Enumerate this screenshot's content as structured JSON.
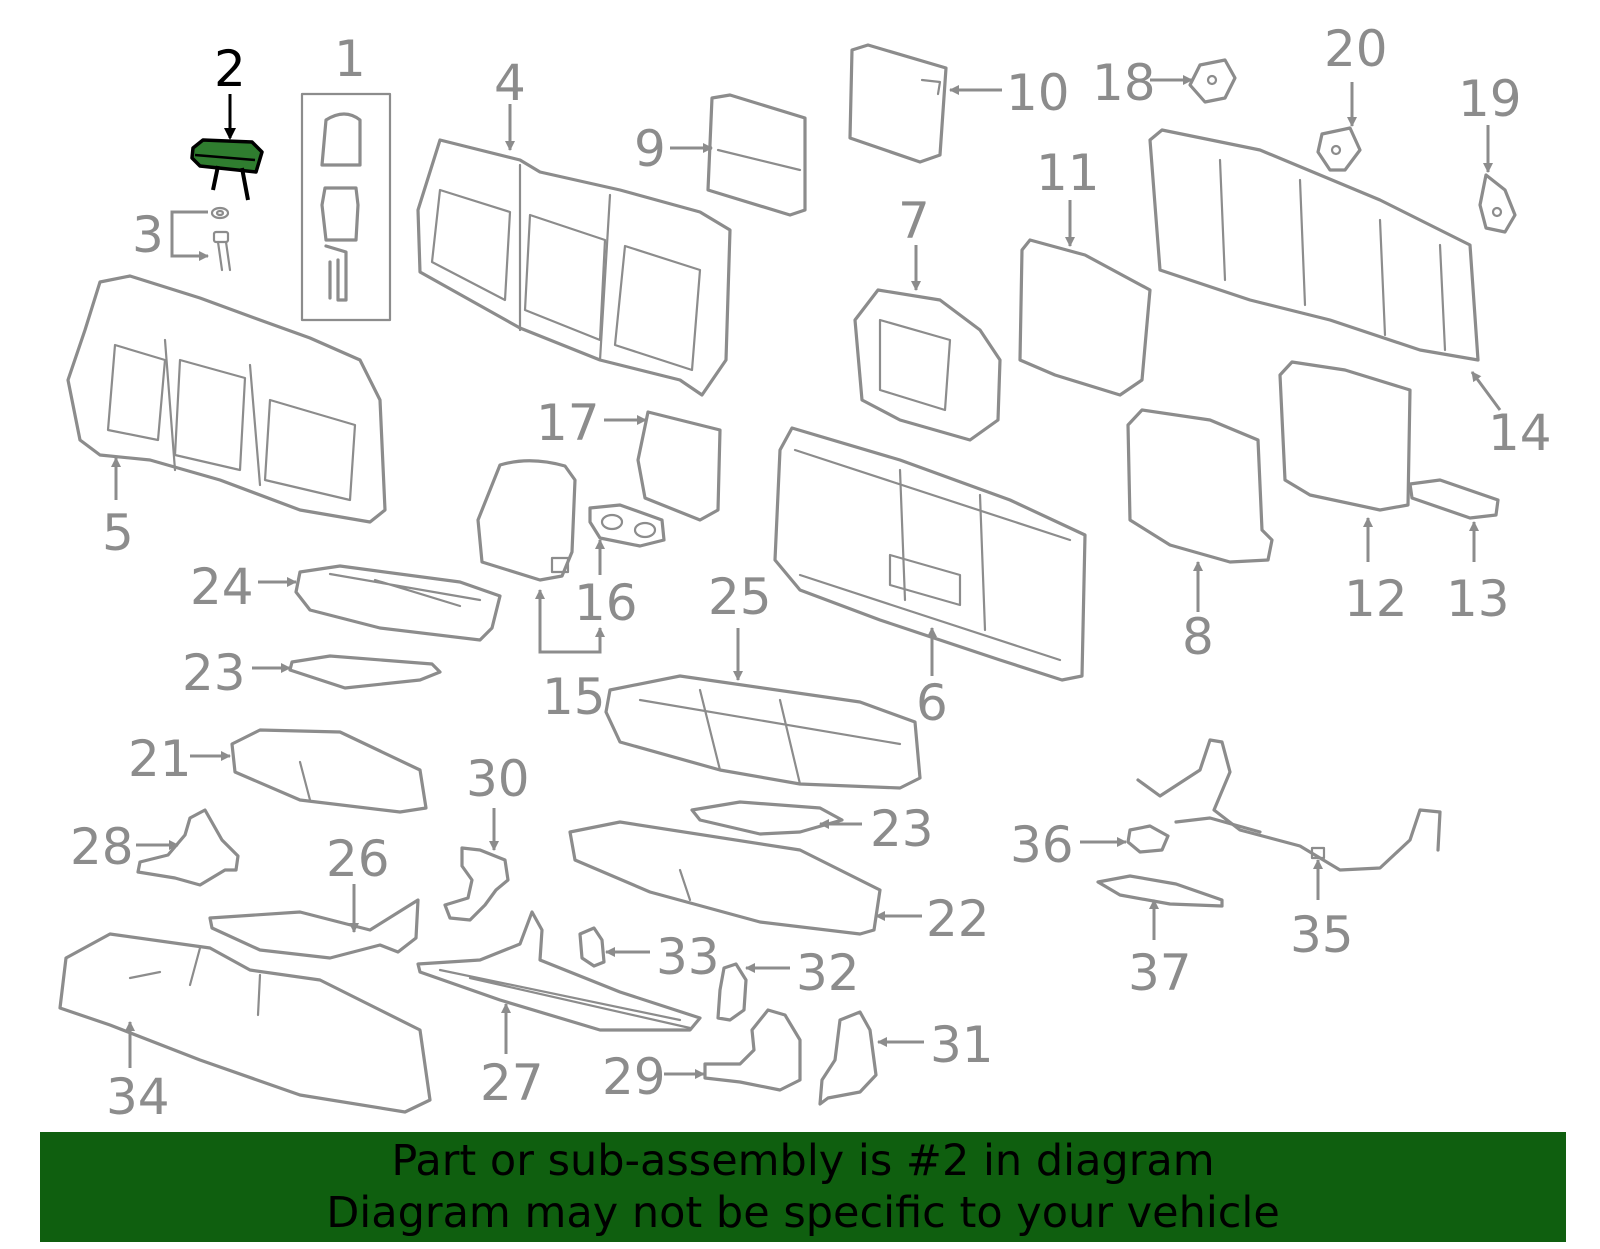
{
  "diagram": {
    "highlighted_part": "2",
    "highlight_color": "#2f7d2f",
    "line_color": "#8c8c8c",
    "callouts": [
      {
        "label": "1"
      },
      {
        "label": "2"
      },
      {
        "label": "3"
      },
      {
        "label": "4"
      },
      {
        "label": "5"
      },
      {
        "label": "6"
      },
      {
        "label": "7"
      },
      {
        "label": "8"
      },
      {
        "label": "9"
      },
      {
        "label": "10"
      },
      {
        "label": "11"
      },
      {
        "label": "12"
      },
      {
        "label": "13"
      },
      {
        "label": "14"
      },
      {
        "label": "15"
      },
      {
        "label": "16"
      },
      {
        "label": "17"
      },
      {
        "label": "18"
      },
      {
        "label": "19"
      },
      {
        "label": "20"
      },
      {
        "label": "21"
      },
      {
        "label": "22"
      },
      {
        "label": "23"
      },
      {
        "label": "23"
      },
      {
        "label": "24"
      },
      {
        "label": "25"
      },
      {
        "label": "26"
      },
      {
        "label": "27"
      },
      {
        "label": "28"
      },
      {
        "label": "29"
      },
      {
        "label": "30"
      },
      {
        "label": "31"
      },
      {
        "label": "32"
      },
      {
        "label": "33"
      },
      {
        "label": "34"
      },
      {
        "label": "35"
      },
      {
        "label": "36"
      },
      {
        "label": "37"
      }
    ]
  },
  "banner": {
    "line1": "Part or sub-assembly is #2 in diagram",
    "line2": "Diagram may not be specific to your vehicle",
    "background": "#0f5f0f"
  }
}
